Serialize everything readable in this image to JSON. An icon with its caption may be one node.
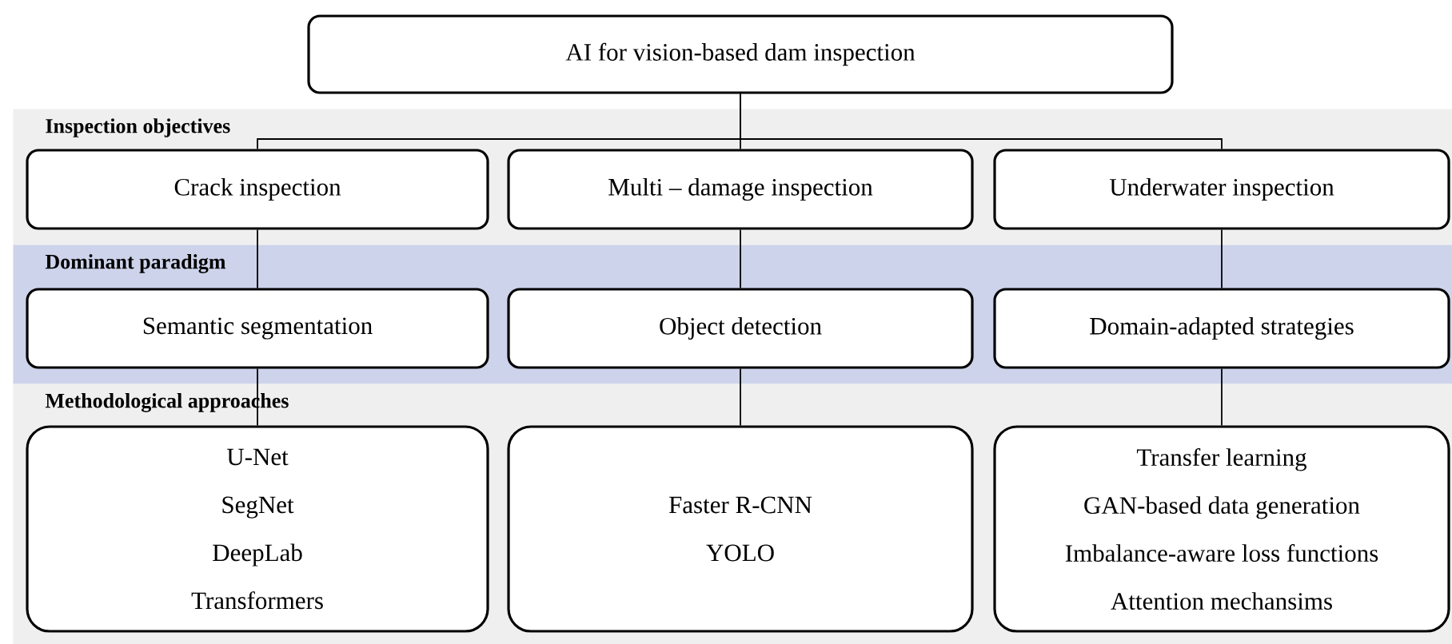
{
  "diagram": {
    "nodes": [
      {
        "text": [
          "AI for vision-based dam inspection"
        ]
      },
      {
        "text": [
          "Inspection objectives"
        ]
      },
      {
        "text": [
          "Crack inspection"
        ],
        "in": 1
      },
      {
        "text": [
          "Multi – damage inspection"
        ],
        "in": 1
      },
      {
        "text": [
          "Underwater inspection"
        ],
        "in": 1
      },
      {
        "text": [
          "Dominant paradigm"
        ]
      },
      {
        "text": [
          "Semantic segmentation"
        ],
        "in": 5
      },
      {
        "text": [
          "Object detection"
        ],
        "in": 5
      },
      {
        "text": [
          "Domain-adapted strategies"
        ],
        "in": 5
      },
      {
        "text": [
          "Methodological approaches"
        ]
      },
      {
        "text": [
          "U-Net",
          "SegNet",
          "DeepLab",
          "Transformers"
        ],
        "in": 9
      },
      {
        "text": [
          "Faster R-CNN",
          "YOLO"
        ],
        "in": 9
      },
      {
        "text": [
          "Transfer learning",
          "GAN-based data generation",
          "Imbalance-aware loss functions",
          "Attention mechansims"
        ],
        "in": 9
      }
    ],
    "edges": [
      {
        "from": 0,
        "to": 2,
        "arrow": "none"
      },
      {
        "from": 0,
        "to": 3,
        "arrow": "none"
      },
      {
        "from": 0,
        "to": 4,
        "arrow": "none"
      },
      {
        "from": 2,
        "to": 6,
        "arrow": "none"
      },
      {
        "from": 3,
        "to": 7,
        "arrow": "none"
      },
      {
        "from": 4,
        "to": 8,
        "arrow": "none"
      },
      {
        "from": 6,
        "to": 10,
        "arrow": "none"
      },
      {
        "from": 7,
        "to": 11,
        "arrow": "none"
      },
      {
        "from": 8,
        "to": 12,
        "arrow": "none"
      }
    ]
  }
}
